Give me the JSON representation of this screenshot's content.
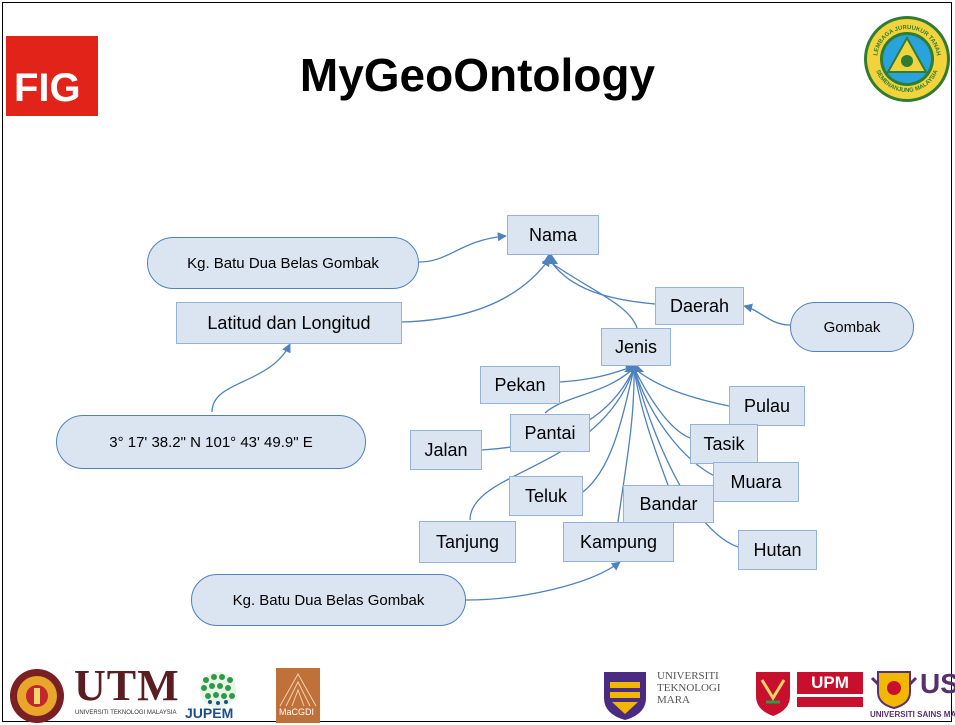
{
  "slide": {
    "title": "MyGeoOntology"
  },
  "header_logos": {
    "fig_text": "FIG",
    "seal_text": "LEMBAGA JURUUKUR TANAH SEMENANJUNG MALAYSIA"
  },
  "diagram": {
    "nodes": {
      "nama": "Nama",
      "latitud": "Latitud dan Longitud",
      "daerah": "Daerah",
      "jenis": "Jenis",
      "pekan": "Pekan",
      "pantai": "Pantai",
      "jalan": "Jalan",
      "pulau": "Pulau",
      "tasik": "Tasik",
      "muara": "Muara",
      "teluk": "Teluk",
      "bandar": "Bandar",
      "tanjung": "Tanjung",
      "kampung": "Kampung",
      "hutan": "Hutan"
    },
    "instances": {
      "kg_top": "Kg. Batu Dua Belas Gombak",
      "gombak": "Gombak",
      "coords": "3° 17' 38.2\" N 101° 43' 49.9\" E",
      "kg_bottom": "Kg. Batu Dua Belas Gombak"
    }
  },
  "footer_logos": {
    "utm": "UTM",
    "utm_sub": "UNIVERSITI TEKNOLOGI MALAYSIA",
    "jupem": "JUPEM",
    "macgdi": "MaCGDI",
    "uitm_line1": "UNIVERSITI",
    "uitm_line2": "TEKNOLOGI",
    "uitm_line3": "MARA",
    "upm": "UPM",
    "usm": "USM",
    "usm_sub": "UNIVERSITI SAINS MALAYSIA"
  },
  "colors": {
    "node_fill": "#dbe5f1",
    "edge": "#4f81bd",
    "fig_red": "#e2231a"
  }
}
